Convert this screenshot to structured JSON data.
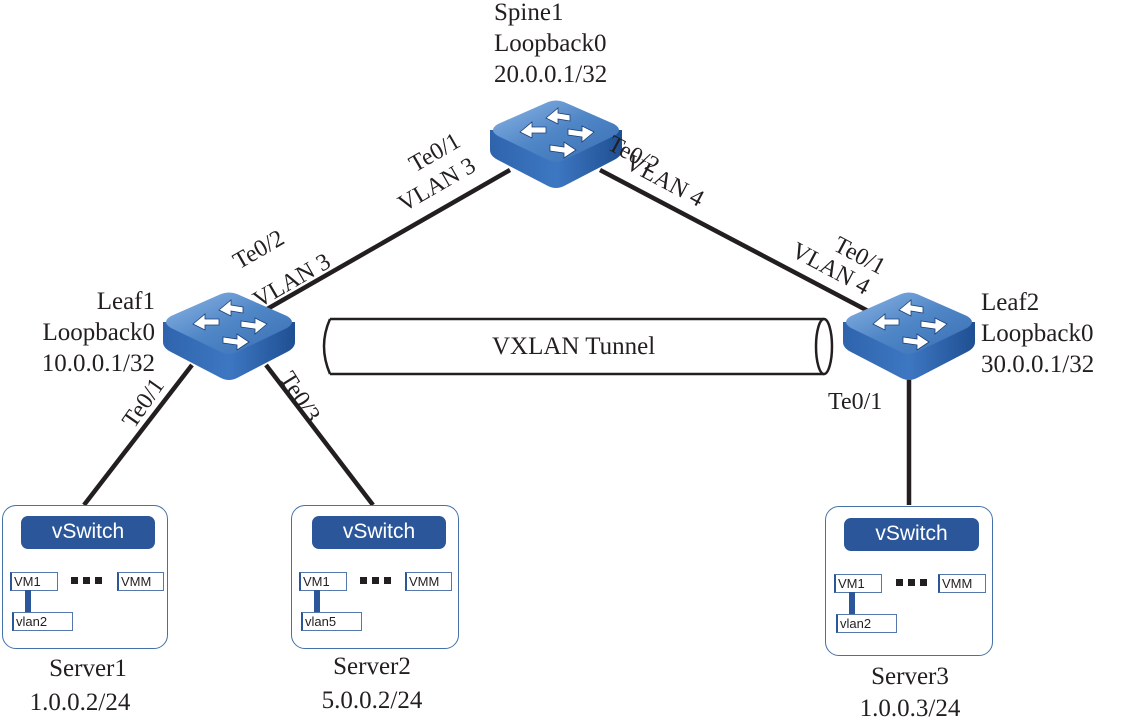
{
  "spine": {
    "name": "Spine1",
    "loopback": "Loopback0",
    "ip": "20.0.0.1/32"
  },
  "leaf1": {
    "name": "Leaf1",
    "loopback": "Loopback0",
    "ip": "10.0.0.1/32"
  },
  "leaf2": {
    "name": "Leaf2",
    "loopback": "Loopback0",
    "ip": "30.0.0.1/32"
  },
  "links": {
    "spine_leaf1": {
      "spine_port": "Te0/1",
      "spine_vlan": "VLAN 3",
      "leaf_port": "Te0/2",
      "leaf_vlan": "VLAN 3"
    },
    "spine_leaf2": {
      "spine_port": "Te0/2",
      "spine_vlan": "VLAN 4",
      "leaf_port": "Te0/1",
      "leaf_vlan": "VLAN 4"
    },
    "leaf1_server1": {
      "port": "Te0/1"
    },
    "leaf1_server2": {
      "port": "Te0/3"
    },
    "leaf2_server3": {
      "port": "Te0/1"
    }
  },
  "tunnel": {
    "label": "VXLAN Tunnel"
  },
  "servers": [
    {
      "name": "Server1",
      "ip": "1.0.0.2/24",
      "vswitch": "vSwitch",
      "vm_first": "VM1",
      "vm_last": "VMM",
      "vlan": "vlan2"
    },
    {
      "name": "Server2",
      "ip": "5.0.0.2/24",
      "vswitch": "vSwitch",
      "vm_first": "VM1",
      "vm_last": "VMM",
      "vlan": "vlan5"
    },
    {
      "name": "Server3",
      "ip": "1.0.0.3/24",
      "vswitch": "vSwitch",
      "vm_first": "VM1",
      "vm_last": "VMM",
      "vlan": "vlan2"
    }
  ],
  "colors": {
    "switch_top": "#4f86c6",
    "switch_side": "#2b5fa8",
    "vswitch": "#2b579a",
    "server_border": "#4472a8",
    "link": "#231f20"
  }
}
